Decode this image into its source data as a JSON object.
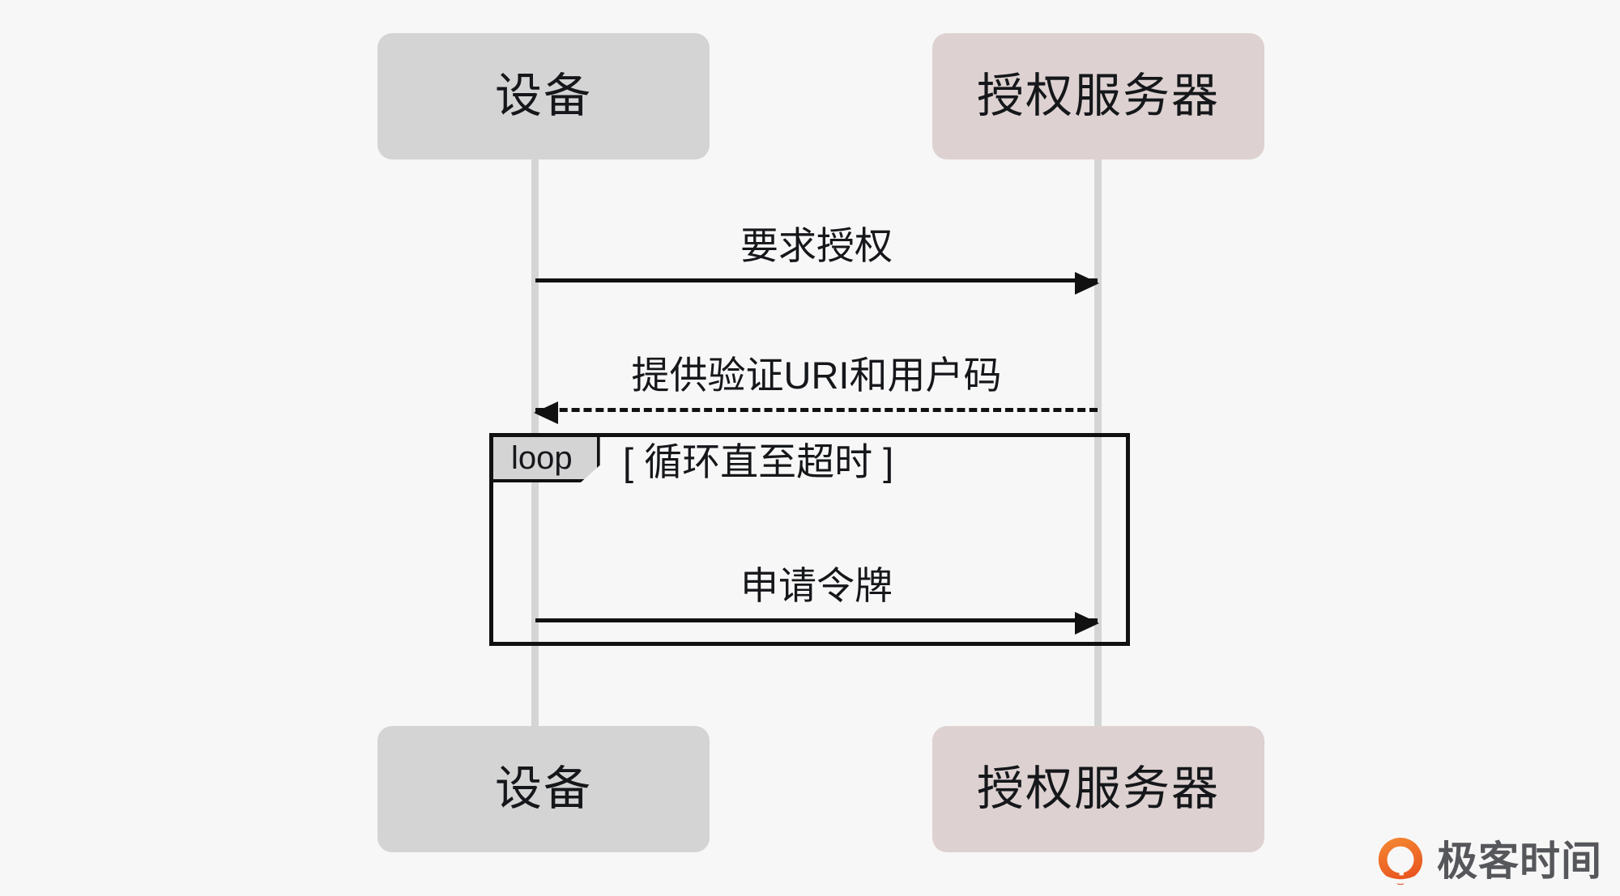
{
  "diagram": {
    "type": "sequence-diagram",
    "background_color": "#f8f7f7",
    "participants": [
      {
        "id": "device",
        "label": "设备",
        "color": "#d4d4d4",
        "lifeline_color": "#d5d5d5"
      },
      {
        "id": "auth-server",
        "label": "授权服务器",
        "color": "#ddd2d1",
        "lifeline_color": "#d5d5d5"
      }
    ],
    "messages": [
      {
        "id": "request-auth",
        "label": "要求授权",
        "from": "device",
        "to": "auth-server",
        "direction": "right",
        "style": "solid"
      },
      {
        "id": "provide-uri",
        "label": "提供验证URI和用户码",
        "from": "auth-server",
        "to": "device",
        "direction": "left",
        "style": "dashed"
      },
      {
        "id": "request-token",
        "label": "申请令牌",
        "from": "device",
        "to": "auth-server",
        "direction": "right",
        "style": "solid"
      }
    ],
    "fragment": {
      "id": "loop-fragment",
      "tag": "loop",
      "condition": "[ 循环直至超时 ]",
      "tag_background": "#d4d4d4",
      "border_color": "#111111",
      "contains": [
        "request-token"
      ]
    },
    "line_color": "#111111",
    "text_color": "#15171a"
  },
  "brand": {
    "name": "极客时间",
    "icon": "geektime-logo-icon",
    "text_color": "#55575b",
    "mark_color_start": "#f07c28",
    "mark_color_end": "#e8541f"
  }
}
